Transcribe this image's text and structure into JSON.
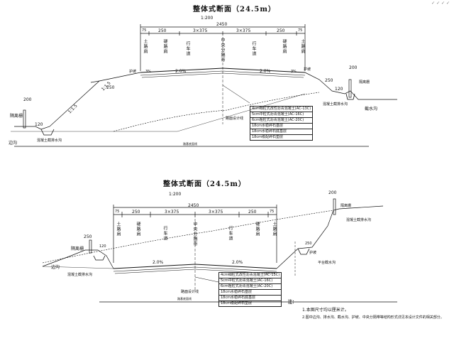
{
  "corner_mark": "✓ ✓ ✓ ✓",
  "section1": {
    "title": "整体式断面（24.5m）",
    "scale": "1:200",
    "overall_width": "2450",
    "dims": [
      "75",
      "250",
      "3×375",
      "3×375",
      "250",
      "75"
    ],
    "lane_labels": [
      "土路肩",
      "硬路肩",
      "行车道",
      "中央分隔带",
      "行车道",
      "硬路肩",
      "土路肩"
    ],
    "slope_left": "1:1.5",
    "slope_right": "1:1.5",
    "crossfall_left": "2.0%",
    "crossfall_right": "2.0%",
    "pct_small": [
      "3%",
      "3%"
    ],
    "small_dims": [
      "200",
      "120",
      "250",
      "200",
      "120",
      "250"
    ],
    "side_labels": [
      "隔离栅",
      "边沟",
      "截水沟",
      "护坡",
      "护坡",
      "隔离栅"
    ],
    "left_ditch_note": "混凝土截排水沟",
    "right_ditch_note": "混凝土截排水沟",
    "center_note": "路面设计线",
    "pavement_layers": [
      "4cm细粒式改性沥青混凝土(AC-13C)",
      "5cm中粒式沥青混凝土(AC-16C)",
      "6cm粗粒式沥青混凝土(AC-20C)",
      "18cm水稳碎石基层",
      "18cm水稳碎石底基层",
      "18cm级配碎石垫层"
    ],
    "baseline_label": "路基底面线"
  },
  "section2": {
    "title": "整体式断面（24.5m）",
    "scale": "1:200",
    "overall_width": "2450",
    "dims": [
      "75",
      "250",
      "3×375",
      "3×375",
      "250",
      "75"
    ],
    "lane_labels": [
      "土路肩",
      "硬路肩",
      "行车道",
      "中央分隔带",
      "行车道",
      "硬路肩",
      "土路肩"
    ],
    "crossfall_left": "2.0%",
    "crossfall_right": "2.0%",
    "small_dims": [
      "250",
      "120",
      "200",
      "250"
    ],
    "side_labels": [
      "隔离栅",
      "边沟",
      "护坡",
      "隔离栅"
    ],
    "left_ditch_note": "混凝土截排水沟",
    "right_ditch_note": "平台截水沟",
    "right_note": "混凝土截排水沟",
    "center_note": "路面设计线",
    "pavement_layers": [
      "4cm细粒式改性沥青混凝土(AC-13C)",
      "5cm中粒式沥青混凝土(AC-16C)",
      "6cm粗粒式沥青混凝土(AC-20C)",
      "18cm水稳碎石基层",
      "18cm水稳碎石底基层",
      "18cm级配碎石垫层"
    ],
    "baseline_label": "路基底面线"
  },
  "notes": {
    "header": "注：",
    "items": [
      "1.本图尺寸均以厘米计。",
      "2.图中边沟、排水沟、截水沟、护坡、中央分隔带等结构形式详见本设计文件的相关部分。"
    ]
  }
}
